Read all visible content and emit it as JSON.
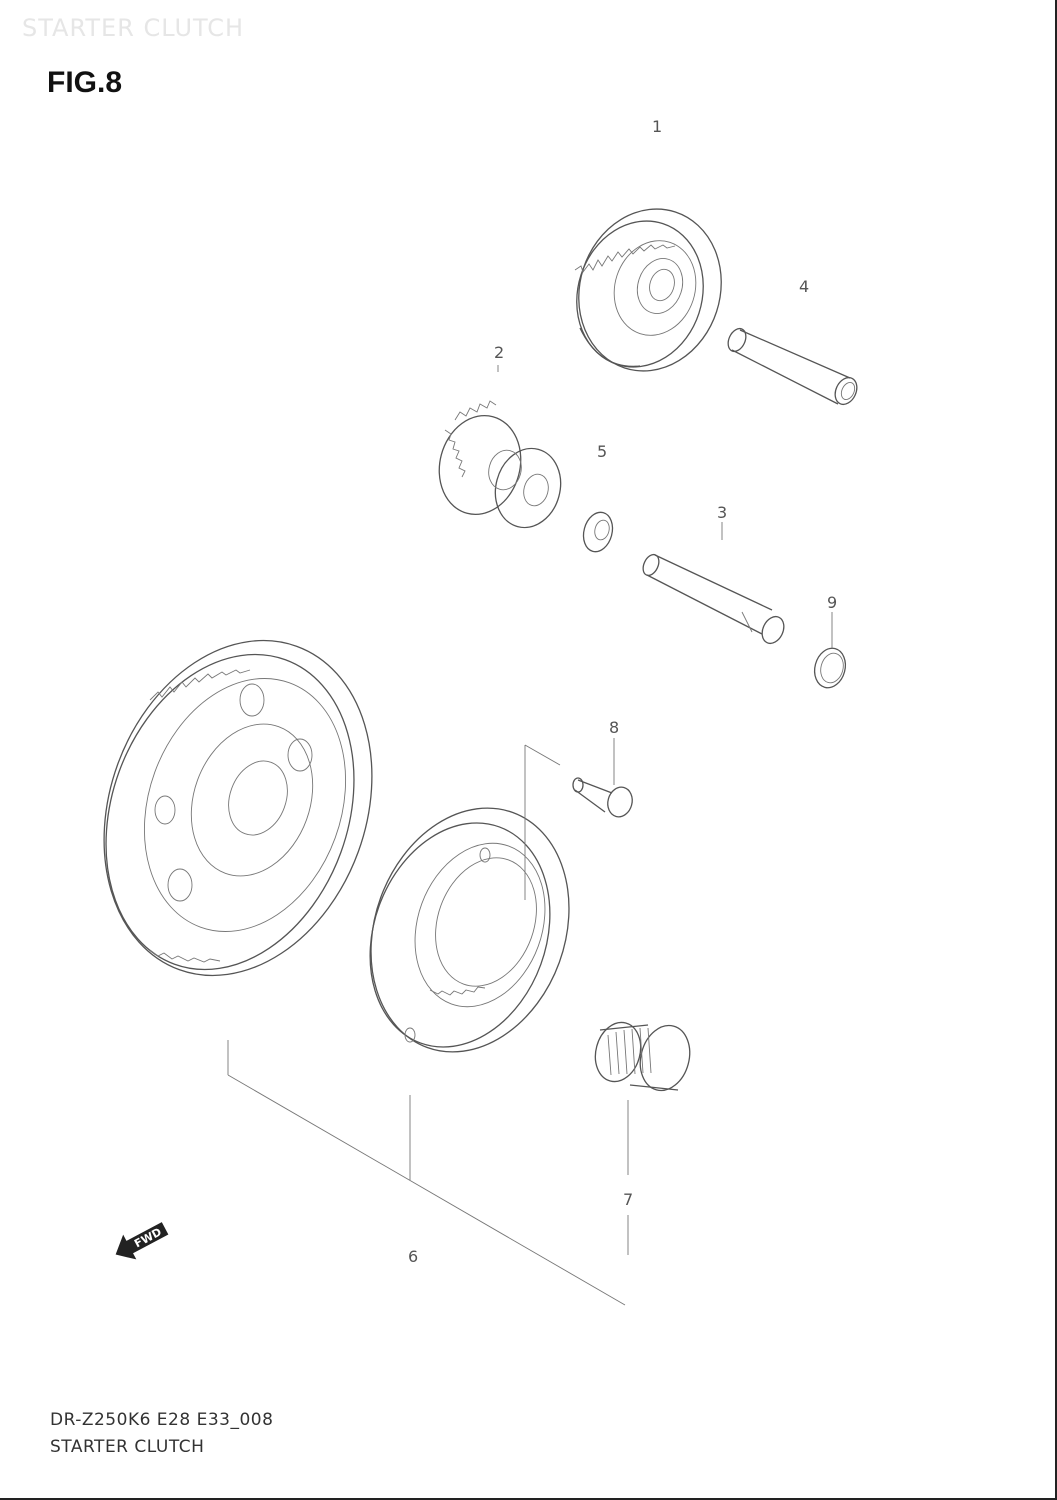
{
  "header": {
    "watermark_title": "STARTER CLUTCH",
    "figure_label": "FIG.8"
  },
  "footer": {
    "model_code": "DR-Z250K6 E28 E33_008",
    "section_title": "STARTER CLUTCH"
  },
  "parts": [
    {
      "ref": "1"
    },
    {
      "ref": "2"
    },
    {
      "ref": "3"
    },
    {
      "ref": "4"
    },
    {
      "ref": "5"
    },
    {
      "ref": "6"
    },
    {
      "ref": "7"
    },
    {
      "ref": "8"
    },
    {
      "ref": "9"
    }
  ],
  "direction_badge": {
    "text": "FWD",
    "icon": "fwd-arrow-icon"
  },
  "colors": {
    "line": "#555555",
    "background": "#ffffff"
  }
}
